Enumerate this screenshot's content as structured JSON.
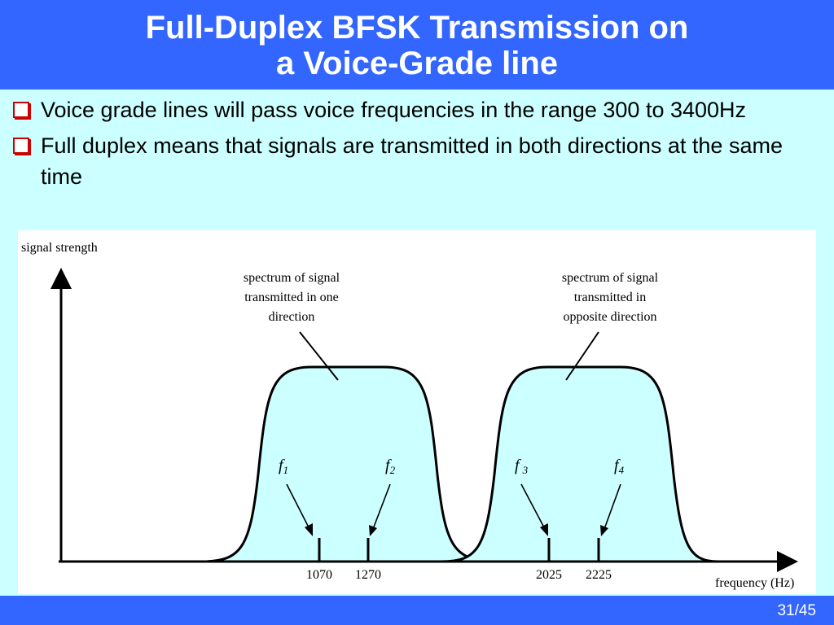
{
  "slide": {
    "title_line1": "Full-Duplex BFSK Transmission on",
    "title_line2": "a Voice-Grade line",
    "bullets": [
      "Voice grade lines will pass voice frequencies in the range 300 to 3400Hz",
      "Full duplex means that signals are transmitted in both directions at the same time"
    ],
    "page_number": "31/45"
  },
  "diagram": {
    "y_axis_label": "signal strength",
    "x_axis_label": "frequency (Hz)",
    "spectrum_left_label": [
      "spectrum of signal",
      "transmitted in one",
      "direction"
    ],
    "spectrum_right_label": [
      "spectrum of signal",
      "transmitted in",
      "opposite direction"
    ],
    "frequencies": [
      {
        "symbol": "f",
        "sub": "1",
        "value": "1070"
      },
      {
        "symbol": "f",
        "sub": "2",
        "value": "1270"
      },
      {
        "symbol": "f",
        "sub": "3",
        "value": "2025"
      },
      {
        "symbol": "f",
        "sub": "4",
        "value": "2225"
      }
    ],
    "colors": {
      "spectrum_fill": "#ccffff",
      "accent": "#3366ff",
      "bullet_box": "#cc0000"
    }
  }
}
